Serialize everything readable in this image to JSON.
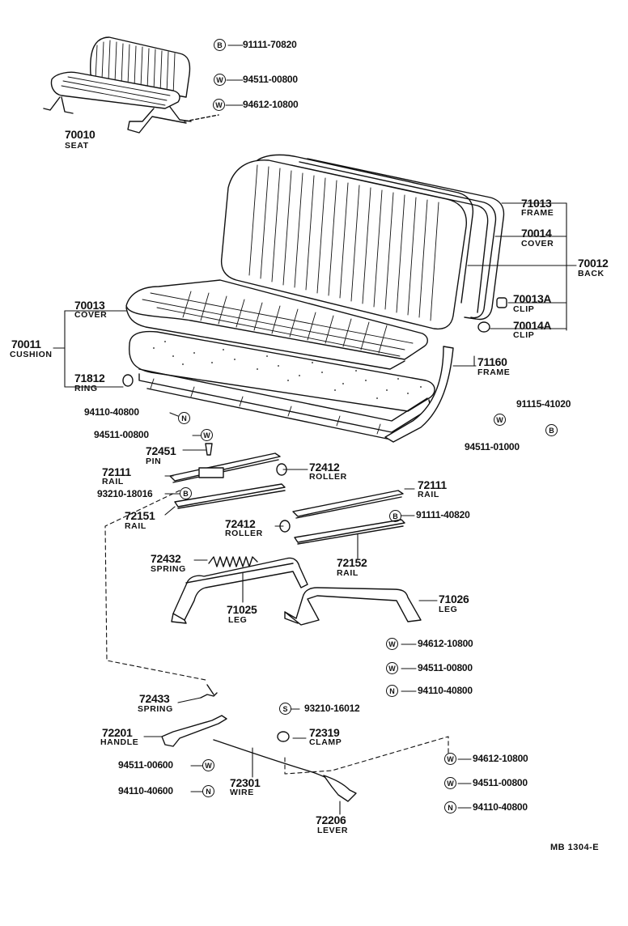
{
  "parts": {
    "seat": {
      "number": "70010",
      "name": "SEAT"
    },
    "frame_back": {
      "number": "71013",
      "name": "FRAME"
    },
    "cover_back": {
      "number": "70014",
      "name": "COVER"
    },
    "back": {
      "number": "70012",
      "name": "BACK"
    },
    "clip_a": {
      "number": "70013A",
      "name": "CLIP"
    },
    "clip_b": {
      "number": "70014A",
      "name": "CLIP"
    },
    "cover_cushion": {
      "number": "70013",
      "name": "COVER"
    },
    "cushion": {
      "number": "70011",
      "name": "CUSHION"
    },
    "frame_side": {
      "number": "71160",
      "name": "FRAME"
    },
    "ring": {
      "number": "71812",
      "name": "RING"
    },
    "pin": {
      "number": "72451",
      "name": "PIN"
    },
    "rail_left_upper": {
      "number": "72111",
      "name": "RAIL"
    },
    "roller_left": {
      "number": "72412",
      "name": "ROLLER"
    },
    "rail_right_upper": {
      "number": "72111",
      "name": "RAIL"
    },
    "rail_left_lower": {
      "number": "72151",
      "name": "RAIL"
    },
    "roller_right": {
      "number": "72412",
      "name": "ROLLER"
    },
    "spring_rail": {
      "number": "72432",
      "name": "SPRING"
    },
    "rail_right_lower": {
      "number": "72152",
      "name": "RAIL"
    },
    "leg_right": {
      "number": "71026",
      "name": "LEG"
    },
    "leg_left": {
      "number": "71025",
      "name": "LEG"
    },
    "spring_handle": {
      "number": "72433",
      "name": "SPRING"
    },
    "clamp": {
      "number": "72319",
      "name": "CLAMP"
    },
    "handle": {
      "number": "72201",
      "name": "HANDLE"
    },
    "wire": {
      "number": "72301",
      "name": "WIRE"
    },
    "lever": {
      "number": "72206",
      "name": "LEVER"
    }
  },
  "hardware": [
    {
      "sym": "B",
      "num": "91111-70820"
    },
    {
      "sym": "W",
      "num": "94511-00800"
    },
    {
      "sym": "W",
      "num": "94612-10800"
    },
    {
      "sym": "N",
      "num": "94110-40800"
    },
    {
      "sym": "W",
      "num": "94511-00800"
    },
    {
      "sym": "B",
      "num": "91115-41020"
    },
    {
      "sym": "W",
      "num": "94511-01000"
    },
    {
      "sym": "B",
      "num": "93210-18016"
    },
    {
      "sym": "B",
      "num": "91111-40820"
    },
    {
      "sym": "W",
      "num": "94612-10800"
    },
    {
      "sym": "W",
      "num": "94511-00800"
    },
    {
      "sym": "N",
      "num": "94110-40800"
    },
    {
      "sym": "S",
      "num": "93210-16012"
    },
    {
      "sym": "W",
      "num": "94511-00600"
    },
    {
      "sym": "N",
      "num": "94110-40600"
    },
    {
      "sym": "W",
      "num": "94612-10800"
    },
    {
      "sym": "W",
      "num": "94511-00800"
    },
    {
      "sym": "N",
      "num": "94110-40800"
    }
  ],
  "footer_code": "MB  1304-E"
}
